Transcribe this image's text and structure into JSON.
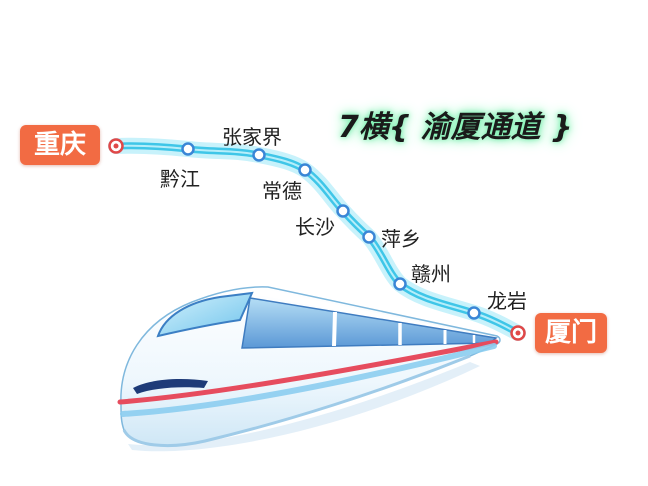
{
  "title": "7横{ 渝厦通道 }",
  "route": {
    "origin": "重庆",
    "destination": "厦门",
    "stops": [
      "黔江",
      "张家界",
      "常德",
      "长沙",
      "萍乡",
      "赣州",
      "龙岩"
    ]
  },
  "colors": {
    "endpoint_label": "#F26B43",
    "route_line": "#3FC6E8",
    "title_glow": "#7CF0B0"
  },
  "illustration": {
    "icon": "high-speed-train"
  }
}
